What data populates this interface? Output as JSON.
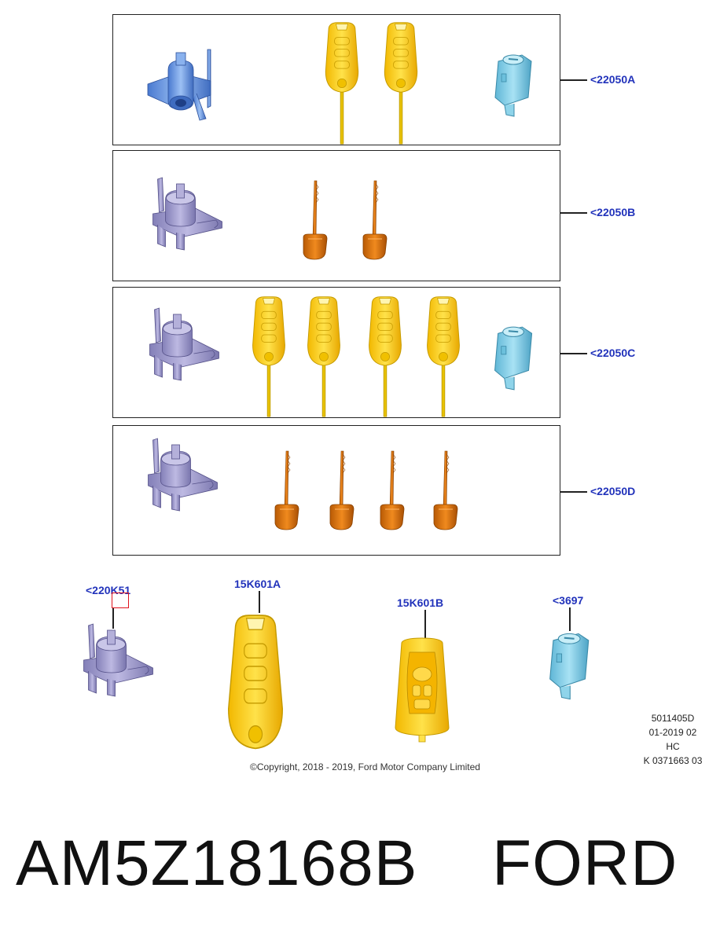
{
  "callouts": {
    "panel_a": "<22050A",
    "panel_b": "<22050B",
    "panel_c": "<22050C",
    "panel_d": "<22050D"
  },
  "parts": {
    "lock_cylinder_label": "<220K51",
    "flip_key_label": "15K601A",
    "smart_key_label": "15K601B",
    "ignition_label": "<3697"
  },
  "stamp": {
    "line1": "5011405D",
    "line2": "01-2019 02",
    "line3": "HC",
    "line4": "K 0371663 03"
  },
  "copyright": "©Copyright, 2018 - 2019, Ford Motor Company Limited",
  "footer": {
    "part_number": "AM5Z18168B",
    "brand": "FORD"
  },
  "colors": {
    "callout_blue": "#2233bb",
    "key_yellow": "#ffd21f",
    "blade_orange": "#e07a12",
    "lock_purple": "#a8a4d4",
    "lock_blue": "#7fa8e8",
    "ignition_cyan": "#8fd4ea",
    "highlight_red": "#e0141e"
  }
}
